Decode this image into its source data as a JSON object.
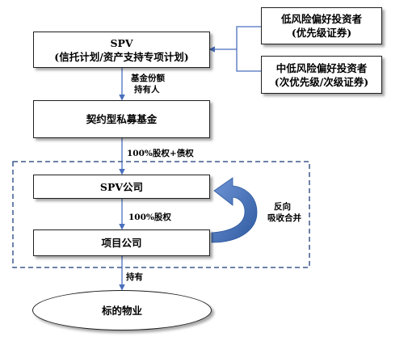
{
  "nodes": {
    "spv_plan": {
      "line1": "SPV",
      "line2": "(信托计划/资产支持专项计划)"
    },
    "investor_senior": {
      "line1": "低风险偏好投资者",
      "line2": "(优先级证券)"
    },
    "investor_mezz": {
      "line1": "中低风险偏好投资者",
      "line2": "(次优先级/次级证券)"
    },
    "fund": {
      "label": "契约型私募基金"
    },
    "spv_company": {
      "label": "SPV公司"
    },
    "project_company": {
      "label": "项目公司"
    },
    "property": {
      "label": "标的物业"
    }
  },
  "edges": {
    "plan_to_fund": {
      "line1": "基金份额",
      "line2": "持有人"
    },
    "fund_to_spv": {
      "label": "100%股权+债权"
    },
    "spv_to_project": {
      "label": "100%股权"
    },
    "project_to_property": {
      "label": "持有"
    },
    "reverse_merger": {
      "line1": "反向",
      "line2": "吸收合并"
    }
  },
  "colors": {
    "arrow": "#4a6fbd",
    "dashed_border": "#3b5a8c",
    "curved_arrow": "#3f6cb5",
    "box_border": "#1f1f1f"
  }
}
